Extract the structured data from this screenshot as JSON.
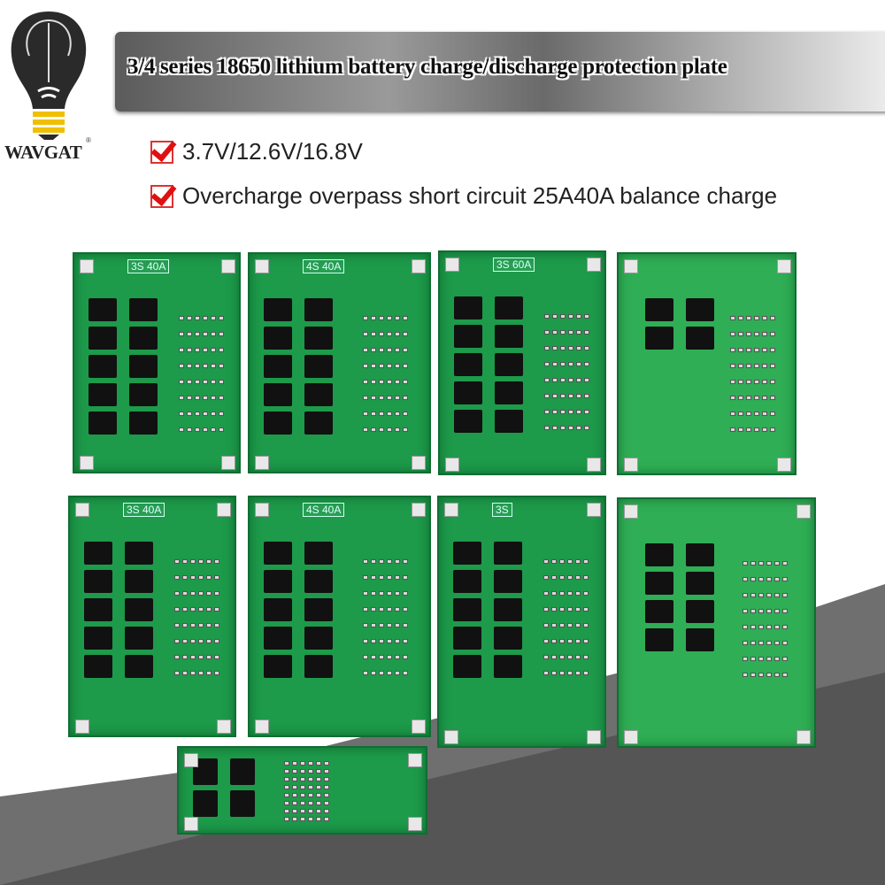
{
  "brand": {
    "name": "WAVGAT",
    "registered": "®"
  },
  "banner": {
    "title": "3/4 series 18650 lithium battery charge/discharge protection plate"
  },
  "features": [
    {
      "icon": "checkmark-icon",
      "text": "3.7V/12.6V/16.8V"
    },
    {
      "icon": "checkmark-icon",
      "text": "Overcharge overpass short circuit 25A40A balance charge"
    }
  ],
  "colors": {
    "pcb": "#1d9a4a",
    "check": "#e01010",
    "banner": "#7a7a7a"
  },
  "boards": [
    {
      "label": "3S 40A"
    },
    {
      "label": "4S 40A"
    },
    {
      "label": "3S 60A"
    },
    {
      "label": ""
    },
    {
      "label": "3S 40A"
    },
    {
      "label": "4S 40A"
    },
    {
      "label": "3S"
    },
    {
      "label": ""
    },
    {
      "label": ""
    }
  ]
}
